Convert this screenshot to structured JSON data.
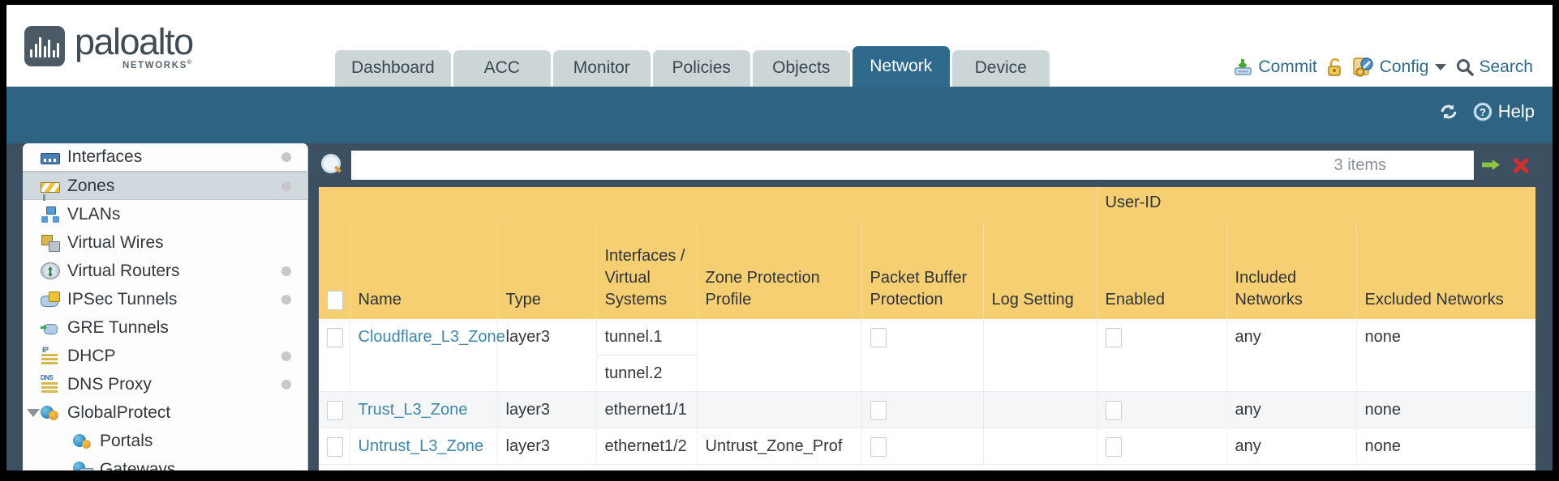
{
  "brand": {
    "name": "paloalto",
    "tagline": "NETWORKS",
    "registered": "®",
    "logo_icon": "paloalto-wave-logo-icon"
  },
  "nav": {
    "tabs": [
      {
        "label": "Dashboard",
        "active": false
      },
      {
        "label": "ACC",
        "active": false
      },
      {
        "label": "Monitor",
        "active": false
      },
      {
        "label": "Policies",
        "active": false
      },
      {
        "label": "Objects",
        "active": false
      },
      {
        "label": "Network",
        "active": true
      },
      {
        "label": "Device",
        "active": false
      }
    ]
  },
  "header_actions": {
    "commit": {
      "label": "Commit",
      "icon": "commit-save-icon"
    },
    "lock": {
      "label": "",
      "icon": "padlock-icon"
    },
    "config": {
      "label": "Config",
      "icon": "config-wrench-icon",
      "caret": "chevron-down-icon"
    },
    "search": {
      "label": "Search",
      "icon": "search-magnifier-icon"
    }
  },
  "band": {
    "refresh": {
      "label": "",
      "icon": "refresh-icon"
    },
    "help": {
      "label": "Help",
      "icon": "help-question-icon"
    }
  },
  "sidebar": {
    "items": [
      {
        "label": "Interfaces",
        "icon": "interfaces-icon",
        "selected": false,
        "dot": true,
        "child": false,
        "twisty": false
      },
      {
        "label": "Zones",
        "icon": "zones-icon",
        "selected": true,
        "dot": true,
        "child": false,
        "twisty": false
      },
      {
        "label": "VLANs",
        "icon": "vlans-icon",
        "selected": false,
        "dot": false,
        "child": false,
        "twisty": false
      },
      {
        "label": "Virtual Wires",
        "icon": "virtual-wires-icon",
        "selected": false,
        "dot": false,
        "child": false,
        "twisty": false
      },
      {
        "label": "Virtual Routers",
        "icon": "virtual-routers-icon",
        "selected": false,
        "dot": true,
        "child": false,
        "twisty": false
      },
      {
        "label": "IPSec Tunnels",
        "icon": "ipsec-tunnels-icon",
        "selected": false,
        "dot": true,
        "child": false,
        "twisty": false
      },
      {
        "label": "GRE Tunnels",
        "icon": "gre-tunnels-icon",
        "selected": false,
        "dot": false,
        "child": false,
        "twisty": false
      },
      {
        "label": "DHCP",
        "icon": "dhcp-icon",
        "selected": false,
        "dot": true,
        "child": false,
        "twisty": false
      },
      {
        "label": "DNS Proxy",
        "icon": "dns-proxy-icon",
        "selected": false,
        "dot": true,
        "child": false,
        "twisty": false
      },
      {
        "label": "GlobalProtect",
        "icon": "globalprotect-icon",
        "selected": false,
        "dot": false,
        "child": false,
        "twisty": true
      },
      {
        "label": "Portals",
        "icon": "portals-icon",
        "selected": false,
        "dot": false,
        "child": true,
        "twisty": false
      },
      {
        "label": "Gateways",
        "icon": "gateways-icon",
        "selected": false,
        "dot": false,
        "child": true,
        "twisty": false
      }
    ]
  },
  "toolbar": {
    "search_icon": "search-magnifier-icon",
    "search_value": "",
    "search_placeholder": "",
    "items_count": "3 items",
    "apply_icon": "green-arrow-apply-icon",
    "clear_icon": "red-x-clear-icon"
  },
  "table": {
    "group_header": {
      "label": "User-ID",
      "spans": [
        "Enabled",
        "Included Networks",
        "Excluded Networks"
      ]
    },
    "columns": [
      {
        "key": "select",
        "label": ""
      },
      {
        "key": "name",
        "label": "Name"
      },
      {
        "key": "type",
        "label": "Type"
      },
      {
        "key": "ifaces",
        "label": "Interfaces / Virtual Systems"
      },
      {
        "key": "zpp",
        "label": "Zone Protection Profile"
      },
      {
        "key": "pbp",
        "label": "Packet Buffer Protection"
      },
      {
        "key": "logset",
        "label": "Log Setting"
      },
      {
        "key": "enabled",
        "label": "Enabled"
      },
      {
        "key": "incl",
        "label": "Included Networks"
      },
      {
        "key": "excl",
        "label": "Excluded Networks"
      }
    ],
    "rows": [
      {
        "selected": false,
        "name": "Cloudflare_L3_Zone",
        "type": "layer3",
        "interfaces": [
          "tunnel.1",
          "tunnel.2"
        ],
        "zone_protection_profile": "",
        "packet_buffer_protection": false,
        "log_setting": "",
        "userid_enabled": false,
        "included_networks": "any",
        "excluded_networks": "none"
      },
      {
        "selected": false,
        "name": "Trust_L3_Zone",
        "type": "layer3",
        "interfaces": [
          "ethernet1/1"
        ],
        "zone_protection_profile": "",
        "packet_buffer_protection": false,
        "log_setting": "",
        "userid_enabled": false,
        "included_networks": "any",
        "excluded_networks": "none"
      },
      {
        "selected": false,
        "name": "Untrust_L3_Zone",
        "type": "layer3",
        "interfaces": [
          "ethernet1/2"
        ],
        "zone_protection_profile": "Untrust_Zone_Prof",
        "packet_buffer_protection": false,
        "log_setting": "",
        "userid_enabled": false,
        "included_networks": "any",
        "excluded_networks": "none"
      }
    ]
  },
  "colors": {
    "brand_dark": "#3f4b55",
    "tab_inactive": "#ccd6d6",
    "tab_active": "#2f6a8d",
    "band_blue": "#2e6482",
    "body_slate": "#3d5061",
    "table_header_gold": "#f6cf72",
    "table_group_gold": "#e0b13f",
    "link_blue": "#3f86ab",
    "sidebar_selected": "#cfd9de"
  }
}
